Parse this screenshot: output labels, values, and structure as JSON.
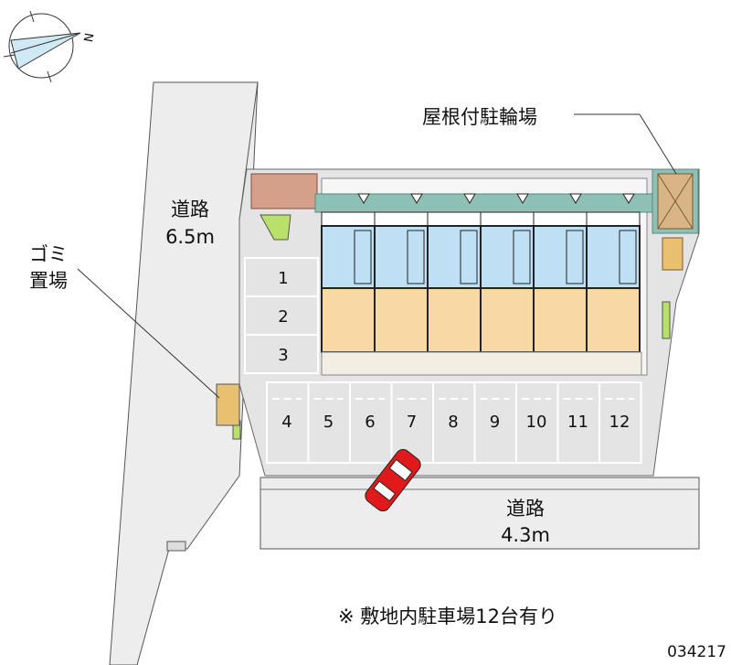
{
  "compass": {
    "north_label": "N"
  },
  "labels": {
    "road_left": {
      "line1": "道路",
      "line2": "6.5m"
    },
    "road_bottom": {
      "line1": "道路",
      "line2": "4.3m"
    },
    "garbage": {
      "line1": "ゴミ",
      "line2": "置場"
    },
    "bike_parking": "屋根付駐輪場",
    "footnote": "※ 敷地内駐車場12台有り",
    "property_id": "034217"
  },
  "parking_left": [
    "1",
    "2",
    "3"
  ],
  "parking_bottom": [
    "4",
    "5",
    "6",
    "7",
    "8",
    "9",
    "10",
    "11",
    "12"
  ],
  "colors": {
    "road": "#ececec",
    "lot": "#e4e4e4",
    "wet_area": "#bfe0f4",
    "room": "#f8d9a6",
    "car": "#e01a1a",
    "bike_roof": "#b89a6a"
  }
}
